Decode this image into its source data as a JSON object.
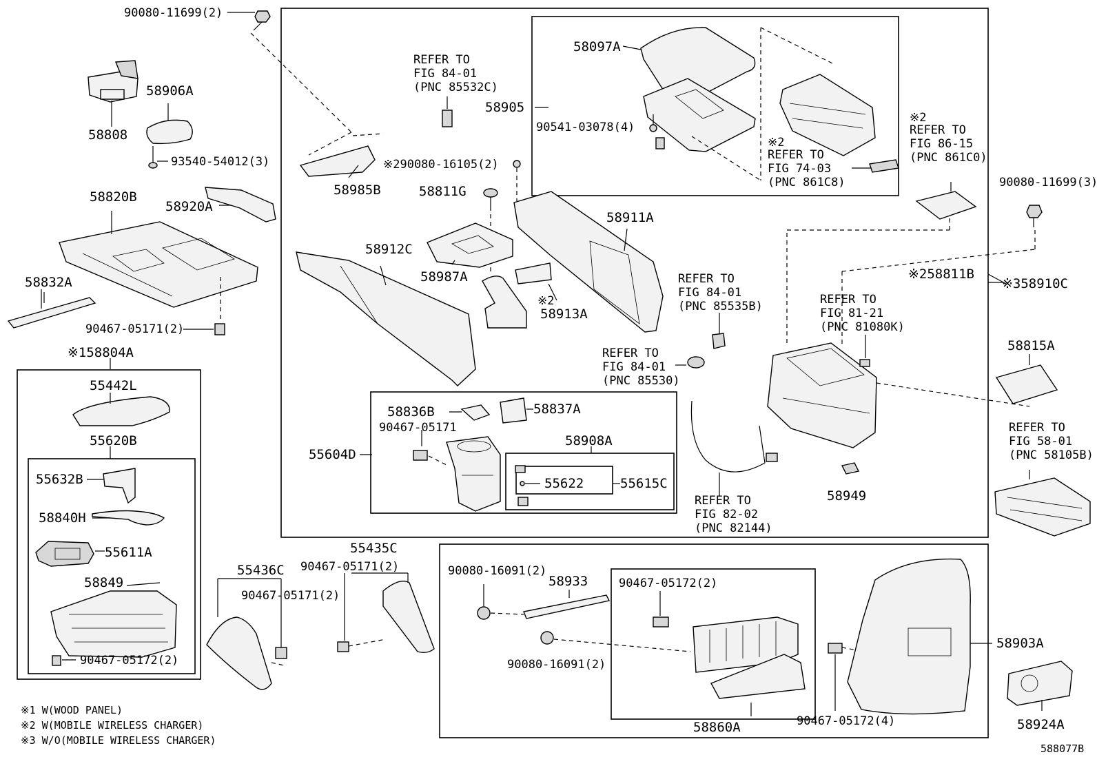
{
  "labels": {
    "p90080_11699_2": "90080-11699(2)",
    "p58906A": "58906A",
    "p58808": "58808",
    "p93540_54012_3": "93540-54012(3)",
    "p58820B": "58820B",
    "p58920A": "58920A",
    "p58832A": "58832A",
    "p90467_05171_2_a": "90467-05171(2)",
    "p58804A": "※158804A",
    "p55442L": "55442L",
    "p55620B": "55620B",
    "p55632B": "55632B",
    "p58840H": "58840H",
    "p55611A": "55611A",
    "p58849": "58849",
    "p90467_05172_2_a": "90467-05172(2)",
    "p55436C": "55436C",
    "p90467_05171_2_b": "90467-05171(2)",
    "p90467_05171_2_c": "90467-05171(2)",
    "p55435C": "55435C",
    "p58985B": "58985B",
    "p90080_16105_2": "※290080-16105(2)",
    "p58811G": "58811G",
    "p58912C": "58912C",
    "p58987A": "58987A",
    "p58913A_mark": "※2",
    "p58913A": "58913A",
    "p58911A": "58911A",
    "p58097A": "58097A",
    "p58905": "58905",
    "p90541_03078_4": "90541-03078(4)",
    "p58836B": "58836B",
    "p58837A": "58837A",
    "p90467_05171": "90467-05171",
    "p55604D": "55604D",
    "p58908A": "58908A",
    "p55622": "55622",
    "p55615C": "55615C",
    "p58811B": "※258811B",
    "p58910C": "※358910C",
    "p58949": "58949",
    "p90080_11699_3": "90080-11699(3)",
    "p58815A": "58815A",
    "p90080_16091_2_a": "90080-16091(2)",
    "p58933": "58933",
    "p90467_05172_2_b": "90467-05172(2)",
    "p90080_16091_2_b": "90080-16091(2)",
    "p58860A": "58860A",
    "p90467_05172_4": "90467-05172(4)",
    "p58903A": "58903A",
    "p58924A": "58924A",
    "figure_id": "588077B"
  },
  "refs": {
    "r_85532C": [
      "REFER TO",
      "FIG 84-01",
      "(PNC 85532C)"
    ],
    "r_861C8": [
      "※2",
      "REFER TO",
      "FIG 74-03",
      "(PNC 861C8)"
    ],
    "r_861C0": [
      "※2",
      "REFER TO",
      "FIG 86-15",
      "(PNC 861C0)"
    ],
    "r_85535B": [
      "REFER TO",
      "FIG 84-01",
      "(PNC 85535B)"
    ],
    "r_85530": [
      "REFER TO",
      "FIG 84-01",
      "(PNC 85530)"
    ],
    "r_81080K": [
      "REFER TO",
      "FIG 81-21",
      "(PNC 81080K)"
    ],
    "r_82144": [
      "REFER TO",
      "FIG 82-02",
      "(PNC 82144)"
    ],
    "r_58105B": [
      "REFER TO",
      "FIG 58-01",
      "(PNC 58105B)"
    ]
  },
  "notes": [
    "※1 W(WOOD PANEL)",
    "※2 W(MOBILE WIRELESS CHARGER)",
    "※3 W/O(MOBILE WIRELESS CHARGER)"
  ]
}
